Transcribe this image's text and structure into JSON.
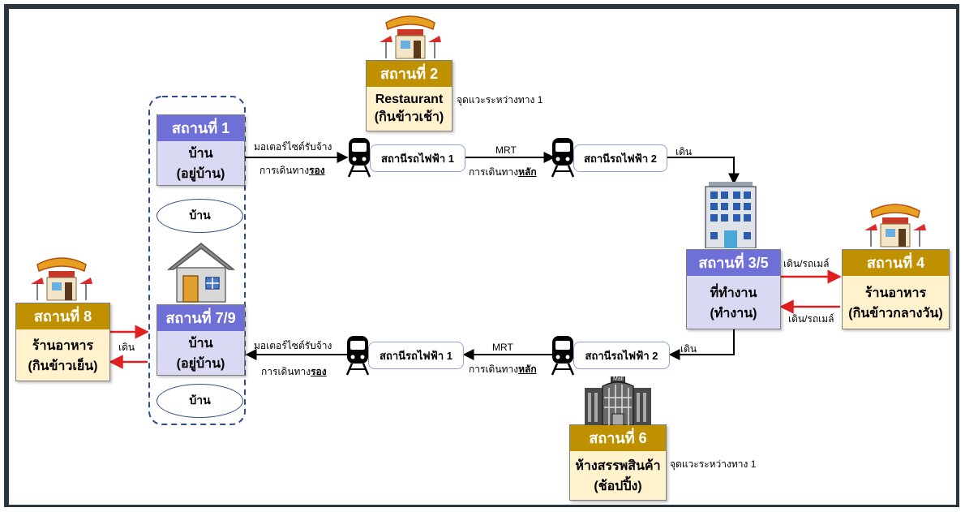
{
  "places": {
    "p1": {
      "title": "สถานที่ 1",
      "line1": "บ้าน",
      "line2": "(อยู่บ้าน)"
    },
    "p2": {
      "title": "สถานที่ 2",
      "line1": "Restaurant",
      "line2": "(กินข้าวเช้า)"
    },
    "p35": {
      "title": "สถานที่ 3/5",
      "line1": "ที่ทำงาน",
      "line2": "(ทำงาน)"
    },
    "p4": {
      "title": "สถานที่ 4",
      "line1": "ร้านอาหาร",
      "line2": "(กินข้าวกลางวัน)"
    },
    "p6": {
      "title": "สถานที่ 6",
      "line1": "ห้างสรรพสินค้า",
      "line2": "(ช้อปปิ้ง)"
    },
    "p79": {
      "title": "สถานที่ 7/9",
      "line1": "บ้าน",
      "line2": "(อยู่บ้าน)"
    },
    "p8": {
      "title": "สถานที่ 8",
      "line1": "ร้านอาหาร",
      "line2": "(กินข้าวเย็น)"
    }
  },
  "stations": {
    "top1": "สถานีรถไฟฟ้า 1",
    "top2": "สถานีรถไฟฟ้า 2",
    "bottom1": "สถานีรถไฟฟ้า 1",
    "bottom2": "สถานีรถไฟฟ้า 2"
  },
  "ellipses": {
    "top": "บ้าน",
    "bottom": "บ้าน"
  },
  "labels": {
    "motorcycle_top": "มอเตอร์ไซต์รับจ้าง",
    "secondary_prefix_top": "การเดินทาง",
    "secondary_word_top": "รอง",
    "mrt_top": "MRT",
    "main_prefix_top": "การเดินทาง",
    "main_word_top": "หลัก",
    "walk_top": "เดิน",
    "walk_car_out": "เดิน/รถเมล์",
    "walk_car_back": "เดิน/รถเมล์",
    "walk_bottom": "เดิน",
    "mrt_bottom": "MRT",
    "main_prefix_bottom": "การเดินทาง",
    "main_word_bottom": "หลัก",
    "motorcycle_bottom": "มอเตอร์ไซต์รับจ้าง",
    "secondary_prefix_bottom": "การเดินทาง",
    "secondary_word_bottom": "รอง",
    "walk_left": "เดิน",
    "waypoint_p2": "จุดแวะระหว่างทาง 1",
    "waypoint_p6": "จุดแวะระหว่างทาง 1",
    "mall_sign": "Mall"
  },
  "colors": {
    "gold_header": "#bf9000",
    "gold_body": "#fff2cc",
    "blue_header": "#6f6fd8",
    "blue_body": "#d9d9f3",
    "red_arrow": "#e02020",
    "black_arrow": "#000000"
  },
  "icons": [
    "restaurant-icon",
    "train-icon",
    "office-building-icon",
    "house-icon",
    "mall-icon"
  ]
}
